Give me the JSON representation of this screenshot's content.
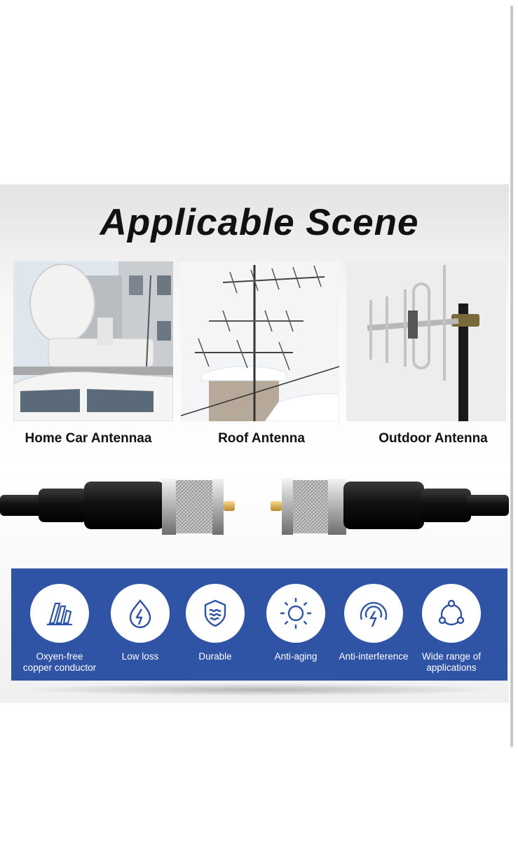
{
  "banner": {
    "title": "Applicable Scene",
    "scenes": [
      {
        "label": "Home Car Antennaa"
      },
      {
        "label": "Roof Antenna"
      },
      {
        "label": "Outdoor Antenna"
      }
    ],
    "features": [
      {
        "label": "Oxyen-free\ncopper conductor",
        "icon": "copper-wires-icon"
      },
      {
        "label": "Low loss",
        "icon": "lightning-drop-icon"
      },
      {
        "label": "Durable",
        "icon": "shield-waves-icon"
      },
      {
        "label": "Anti-aging",
        "icon": "sun-icon"
      },
      {
        "label": "Anti-interference",
        "icon": "signal-lightning-icon"
      },
      {
        "label": "Wide range of\napplications",
        "icon": "network-circle-icon"
      }
    ],
    "colors": {
      "feature_bar": "#2f53a5",
      "title": "#111111"
    }
  }
}
